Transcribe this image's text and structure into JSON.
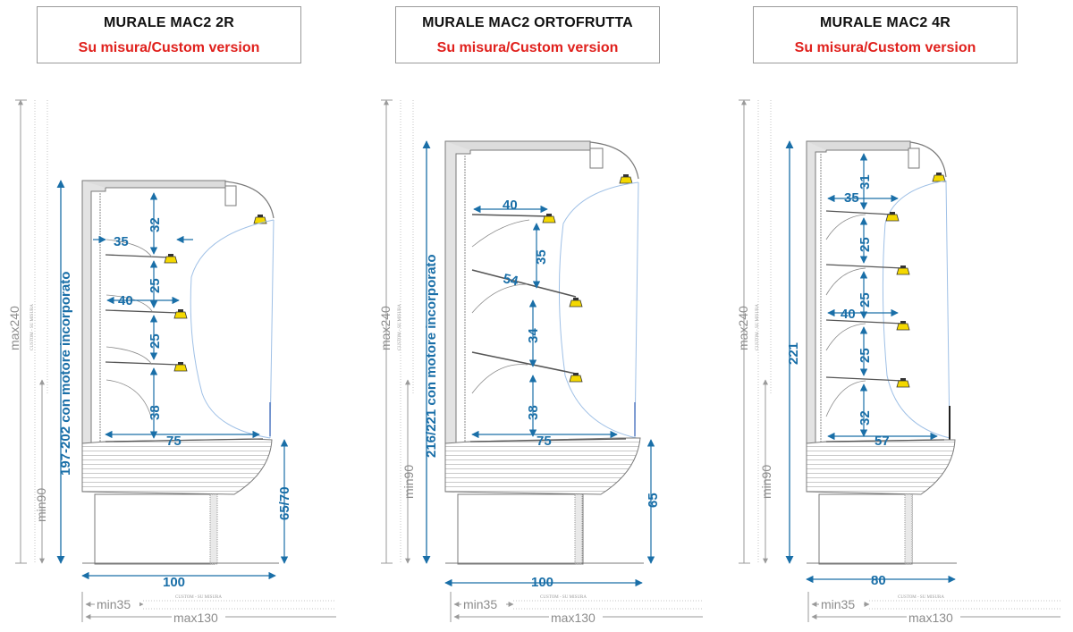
{
  "panels": [
    {
      "title": "MURALE MAC2 2R",
      "subtitle": "Su misura/Custom version",
      "height_label": "197-202 con motore incorporato",
      "max_h": "max240",
      "min_h": "min90",
      "custom_v": "CUSTOM - SU MISURA",
      "custom_h": "CUSTOM - SU MISURA",
      "shelf_spacings": [
        "32",
        "25",
        "25",
        "38"
      ],
      "shelf_depths": [
        "35",
        "40"
      ],
      "base_depth": "75",
      "front_height": "65/70",
      "width": "100",
      "min_w": "min35",
      "max_w": "max130"
    },
    {
      "title": "MURALE MAC2 ORTOFRUTTA",
      "subtitle": "Su misura/Custom version",
      "height_label": "216/221 con motore incorporato",
      "max_h": "max240",
      "min_h": "min90",
      "custom_v": "CUSTOM - SU MISURA",
      "custom_h": "CUSTOM - SU MISURA",
      "shelf_spacings": [
        "35",
        "34",
        "38"
      ],
      "shelf_depths": [
        "40",
        "54"
      ],
      "base_depth": "75",
      "front_height": "65",
      "width": "100",
      "min_w": "min35",
      "max_w": "max130"
    },
    {
      "title": "MURALE MAC2 4R",
      "subtitle": "Su misura/Custom version",
      "height_label": "221",
      "max_h": "max240",
      "min_h": "min90",
      "custom_v": "CUSTOM - SU MISURA",
      "custom_h": "CUSTOM - SU MISURA",
      "shelf_spacings": [
        "31",
        "25",
        "25",
        "25",
        "32"
      ],
      "shelf_depths": [
        "35",
        "40"
      ],
      "base_depth": "57",
      "width": "80",
      "min_w": "min35",
      "max_w": "max130"
    }
  ],
  "colors": {
    "dimension": "#1a6fa8",
    "subtitle": "#e0211d",
    "lamp": "#f4d800"
  }
}
